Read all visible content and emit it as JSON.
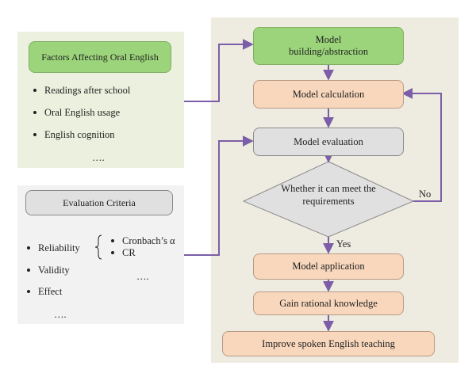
{
  "factors": {
    "title": "Factors Affecting Oral English",
    "items": [
      "Readings after school",
      "Oral English usage",
      "English cognition"
    ],
    "ellipsis": "…."
  },
  "criteria": {
    "title": "Evaluation Criteria",
    "items": [
      "Reliability",
      "Validity",
      "Effect"
    ],
    "reliability_sub": [
      "Cronbach’s α",
      "CR"
    ],
    "sub_ellipsis": "….",
    "ellipsis": "…."
  },
  "flow": {
    "model_building": "Model building/abstraction",
    "model_calculation": "Model calculation",
    "model_evaluation": "Model evaluation",
    "decision": "Whether it can meet the requirements",
    "no_label": "No",
    "yes_label": "Yes",
    "model_application": "Model application",
    "rational_knowledge": "Gain rational knowledge",
    "improve_teaching": "Improve spoken English teaching"
  },
  "colors": {
    "arrow": "#7b5ea7",
    "green_box": "#9bd47a",
    "orange_box": "#f8d7bc",
    "gray_box": "#e0e0e0"
  }
}
